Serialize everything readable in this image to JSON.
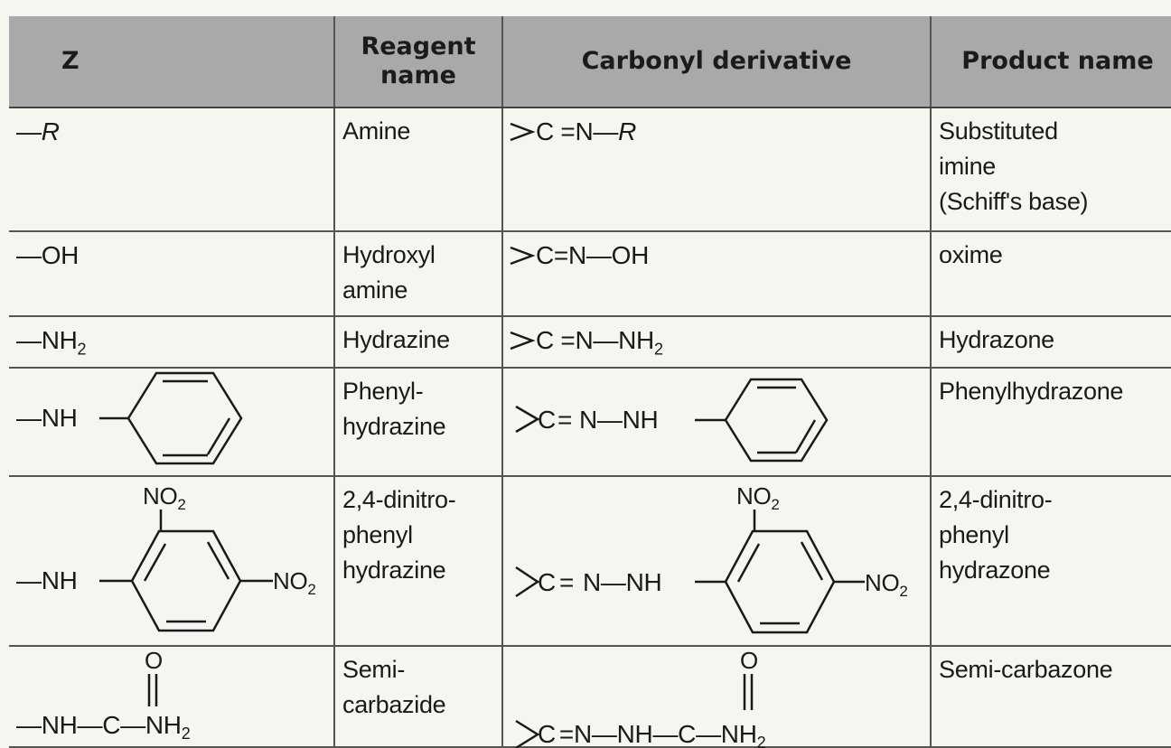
{
  "table": {
    "headers": [
      "Z",
      "Reagent name",
      "Carbonyl derivative",
      "Product name"
    ],
    "rows": [
      {
        "z": [
          "—",
          "R"
        ],
        "reagent": [
          "Amine"
        ],
        "derivative": [
          "C",
          "=",
          "N—",
          "R"
        ],
        "product": [
          "Substituted",
          "imine",
          "(Schiff's base)"
        ]
      },
      {
        "z": [
          "—OH"
        ],
        "reagent": [
          "Hydroxyl",
          "amine"
        ],
        "derivative": [
          "C",
          "=",
          "N—OH"
        ],
        "product": [
          "oxime"
        ]
      },
      {
        "z": [
          "—NH",
          "2"
        ],
        "reagent": [
          "Hydrazine"
        ],
        "derivative": [
          "C",
          "=",
          "N—NH",
          "2"
        ],
        "product": [
          "Hydrazone"
        ]
      },
      {
        "z": [
          "—NH"
        ],
        "reagent": [
          "Phenyl-",
          "hydrazine"
        ],
        "derivative": [
          "C",
          "=",
          "N—NH"
        ],
        "product": [
          "Phenylhydrazone"
        ]
      },
      {
        "z": [
          "—NH",
          "NO",
          "2",
          "NO",
          "2"
        ],
        "reagent": [
          "2,4-dinitro-",
          "phenyl",
          "hydrazine"
        ],
        "derivative": [
          "C",
          "=",
          "N—NH",
          "NO",
          "2",
          "NO",
          "2"
        ],
        "product": [
          "2,4-dinitro-",
          "phenyl",
          "hydrazone"
        ]
      },
      {
        "z": [
          "—NH—",
          "C",
          "—NH",
          "2",
          "O"
        ],
        "reagent": [
          "Semi-",
          "carbazide"
        ],
        "derivative": [
          "C",
          "=",
          "N—NH—",
          "C",
          "—NH",
          "2",
          "O"
        ],
        "product": [
          "Semi-carbazone"
        ]
      }
    ]
  },
  "colors": {
    "header_bg": "#a9a9a9",
    "page_bg": "#f7f5ef",
    "rule": "#555555",
    "ink": "#1a1a1a"
  }
}
